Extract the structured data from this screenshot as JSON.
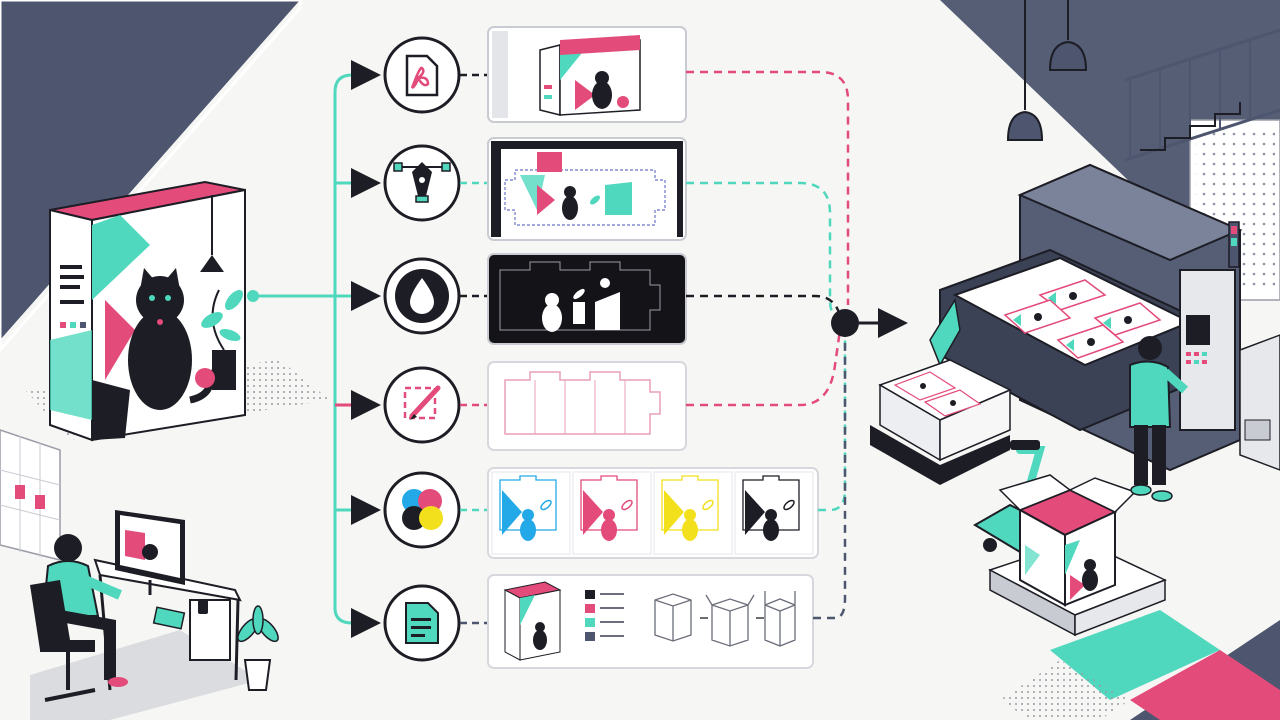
{
  "colors": {
    "ink": "#1d1d25",
    "navy": "#4d566e",
    "teal": "#4fd8bd",
    "pink": "#e34b7a",
    "cyan": "#23a9e8",
    "yellow": "#f2e01d",
    "paper": "#ffffff",
    "grey": "#c9cbd2"
  },
  "workflow": {
    "steps": [
      {
        "icon": "pdf-file-icon",
        "output": "pdf-proof",
        "line": "pink"
      },
      {
        "icon": "vector-pen-icon",
        "output": "vector-dieline-editor",
        "line": "teal"
      },
      {
        "icon": "ink-drop-icon",
        "output": "black-knockout-layer",
        "line": "ink"
      },
      {
        "icon": "edit-cut-icon",
        "output": "cut-line-outline",
        "line": "pink"
      },
      {
        "icon": "cmyk-circles-icon",
        "output": "color-separations",
        "line": "teal"
      },
      {
        "icon": "document-spec-icon",
        "output": "spec-sheet-folding",
        "line": "navy"
      }
    ],
    "separations": [
      "cyan",
      "pink",
      "yellow",
      "ink"
    ]
  }
}
